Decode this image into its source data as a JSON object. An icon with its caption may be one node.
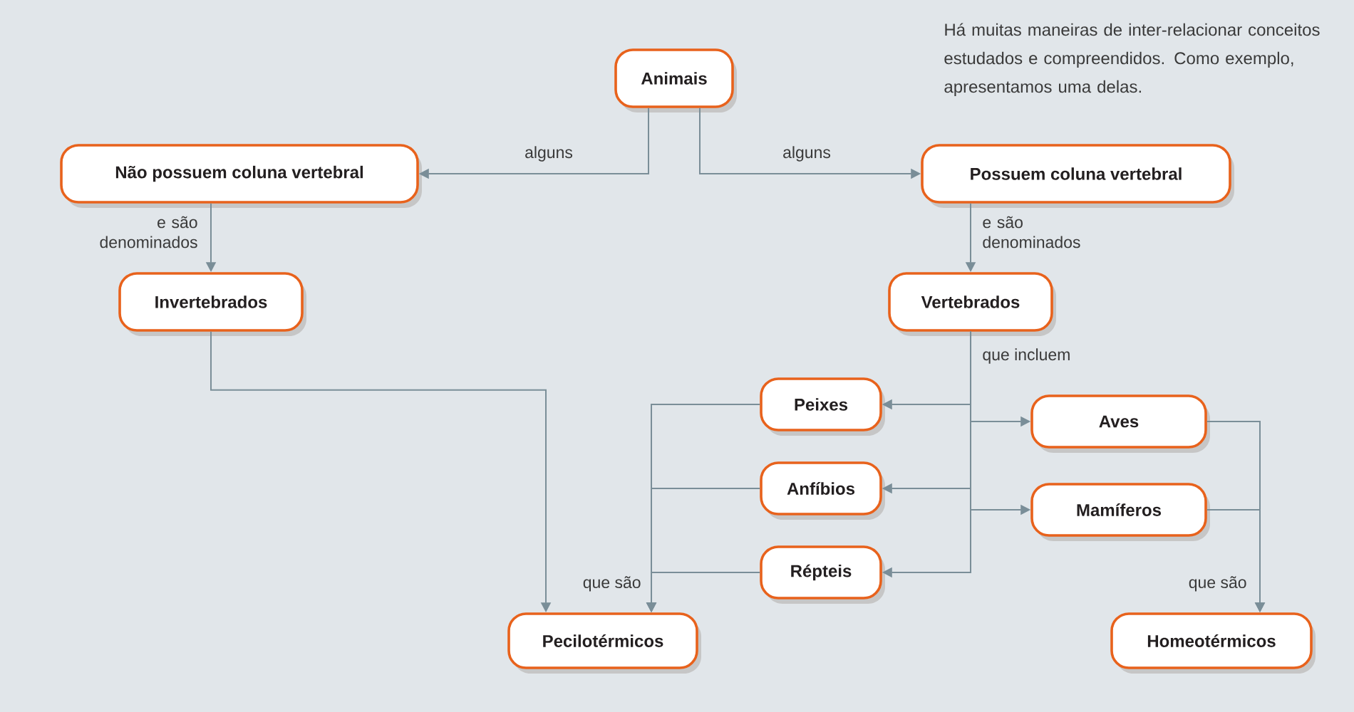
{
  "diagram": {
    "nodes": [
      {
        "text": [
          "Animais"
        ]
      },
      {
        "text": [
          "Não possuem coluna vertebral"
        ]
      },
      {
        "text": [
          "Possuem coluna vertebral"
        ]
      },
      {
        "text": [
          "Invertebrados"
        ]
      },
      {
        "text": [
          "Vertebrados"
        ]
      },
      {
        "text": [
          "Peixes"
        ]
      },
      {
        "text": [
          "Anfíbios"
        ]
      },
      {
        "text": [
          "Répteis"
        ]
      },
      {
        "text": [
          "Aves"
        ]
      },
      {
        "text": [
          "Mamíferos"
        ]
      },
      {
        "text": [
          "Pecilotérmicos"
        ]
      },
      {
        "text": [
          "Homeotérmicos"
        ]
      }
    ],
    "edges": [
      {
        "from": 0,
        "to": 1,
        "arrow": "to",
        "label": "alguns"
      },
      {
        "from": 0,
        "to": 2,
        "arrow": "to",
        "label": "alguns"
      },
      {
        "from": 1,
        "to": 3,
        "arrow": "to",
        "label": "e são denominados"
      },
      {
        "from": 2,
        "to": 4,
        "arrow": "to",
        "label": "e são denominados"
      },
      {
        "from": 4,
        "to": 5,
        "arrow": "to",
        "label": "que incluem"
      },
      {
        "from": 4,
        "to": 6,
        "arrow": "to"
      },
      {
        "from": 4,
        "to": 7,
        "arrow": "to"
      },
      {
        "from": 4,
        "to": 8,
        "arrow": "to"
      },
      {
        "from": 4,
        "to": 9,
        "arrow": "to"
      },
      {
        "from": 3,
        "to": 10,
        "arrow": "to"
      },
      {
        "from": 5,
        "to": 10,
        "arrow": "to"
      },
      {
        "from": 6,
        "to": 10,
        "arrow": "to"
      },
      {
        "from": 7,
        "to": 10,
        "arrow": "to",
        "label": "que são"
      },
      {
        "from": 8,
        "to": 11,
        "arrow": "to"
      },
      {
        "from": 9,
        "to": 11,
        "arrow": "to",
        "label": "que são"
      }
    ],
    "labels": [
      "Há muitas maneiras de inter-relacionar conceitos estudados e compreendidos. Como exemplo, apresentamos uma delas."
    ]
  }
}
